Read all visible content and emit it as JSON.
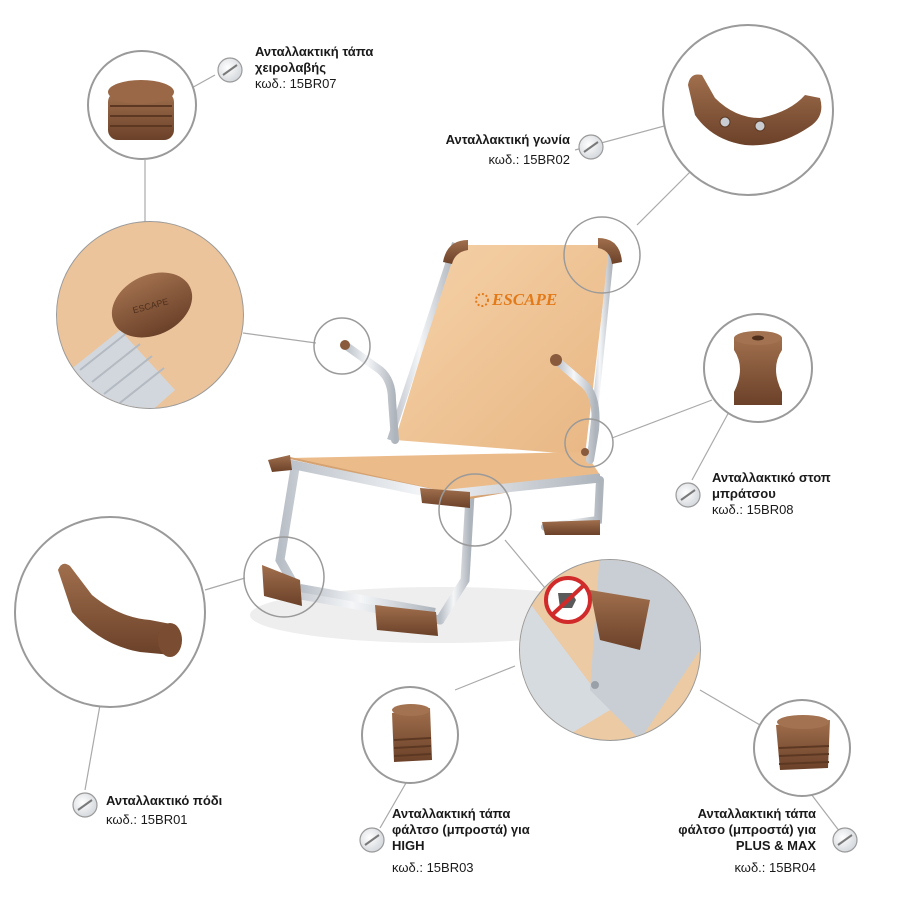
{
  "brand": {
    "logo_text": "ESCAPE",
    "colors": {
      "fabric": "#f2c99b",
      "fabric_dark": "#e3ad78",
      "plastic_brown": "#8a5a3c",
      "plastic_dark": "#6b4129",
      "aluminium": "#d9dde2",
      "logo": "#e27a1a"
    }
  },
  "parts": [
    {
      "id": "armrest-cap",
      "title_line1": "Ανταλλακτική τάπα",
      "title_line2": "χειρολαβής",
      "code": "κωδ.: 15BR07"
    },
    {
      "id": "corner",
      "title_line1": "Ανταλλακτική γωνία",
      "title_line2": "",
      "code": "κωδ.: 15BR02"
    },
    {
      "id": "arm-stop",
      "title_line1": "Ανταλλακτικό στοπ",
      "title_line2": "μπράτσου",
      "code": "κωδ.: 15BR08"
    },
    {
      "id": "foot",
      "title_line1": "Ανταλλακτικό πόδι",
      "title_line2": "",
      "code": "κωδ.: 15BR01"
    },
    {
      "id": "fold-cap-high",
      "title_line1": "Ανταλλακτική τάπα",
      "title_line2": "φάλτσο (μπροστά) για",
      "title_line3": "HIGH",
      "code": "κωδ.: 15BR03"
    },
    {
      "id": "fold-cap-plus",
      "title_line1": "Ανταλλακτική τάπα",
      "title_line2": "φάλτσο (μπροστά) για",
      "title_line3": "PLUS & MAX",
      "code": "κωδ.: 15BR04"
    }
  ],
  "icons": [
    "marker-icon",
    "warning-hand-icon"
  ]
}
